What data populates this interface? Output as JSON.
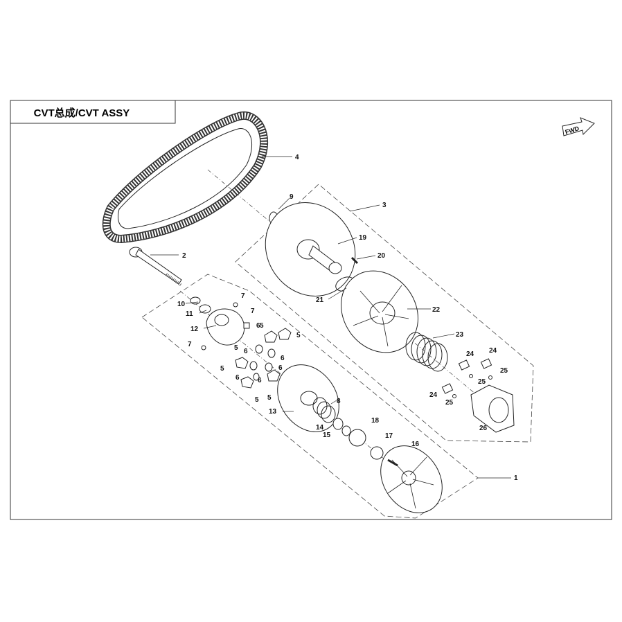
{
  "title": "CVT总成/CVT ASSY",
  "fwd_label": "FWD",
  "callouts": [
    "1",
    "2",
    "3",
    "4",
    "5",
    "5",
    "5",
    "5",
    "5",
    "5",
    "6",
    "6",
    "6",
    "6",
    "6",
    "6",
    "7",
    "7",
    "7",
    "8",
    "9",
    "10",
    "11",
    "12",
    "13",
    "14",
    "15",
    "16",
    "17",
    "18",
    "19",
    "20",
    "21",
    "22",
    "23",
    "24",
    "24",
    "24",
    "25",
    "25",
    "25",
    "26"
  ],
  "colors": {
    "line": "#222222",
    "frame": "#333333",
    "background": "#ffffff"
  }
}
